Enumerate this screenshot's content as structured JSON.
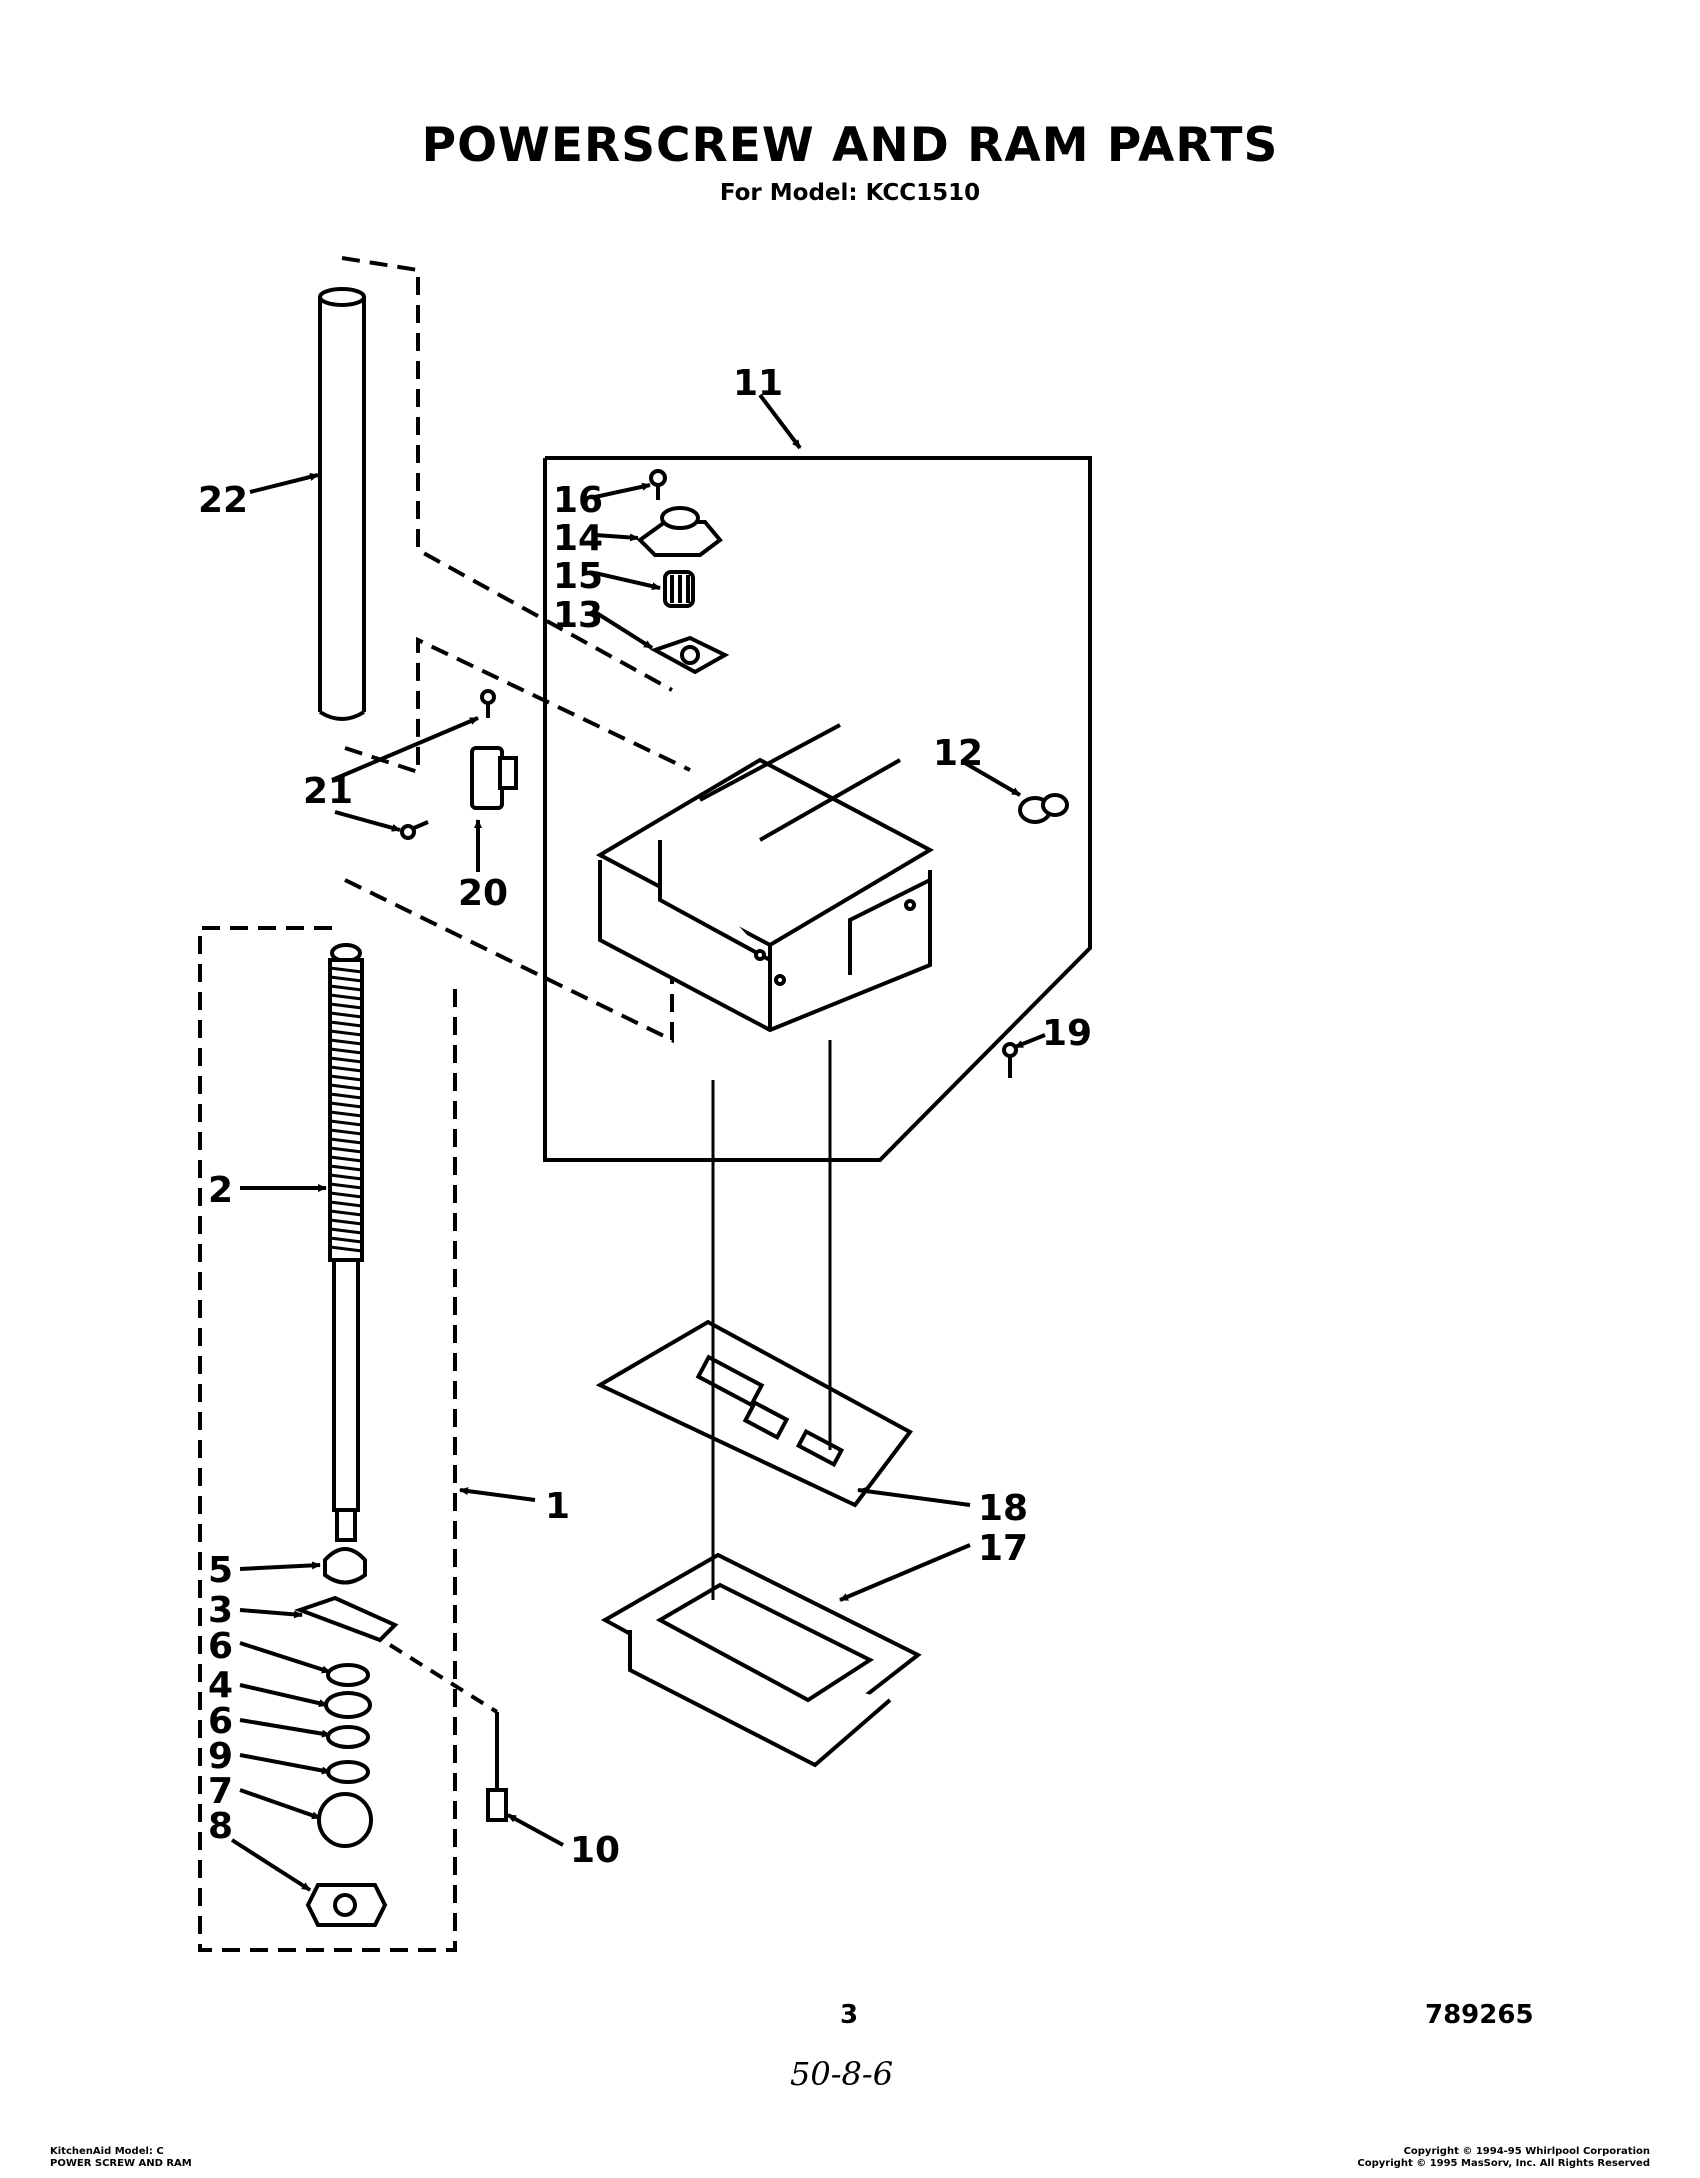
{
  "header": {
    "title": "POWERSCREW AND RAM PARTS",
    "subtitle": "For Model: KCC1510"
  },
  "callouts": [
    "22",
    "11",
    "16",
    "14",
    "15",
    "13",
    "12",
    "21",
    "20",
    "19",
    "2",
    "1",
    "5",
    "3",
    "6",
    "4",
    "6",
    "9",
    "7",
    "8",
    "10",
    "18",
    "17"
  ],
  "footer": {
    "page_number": "3",
    "doc_number": "789265",
    "handwritten_note": "50-8-6",
    "left_line1": "KitchenAid Model: C",
    "left_line2": "POWER SCREW AND RAM",
    "right_line1": "Copyright © 1994-95 Whirlpool Corporation",
    "right_line2": "Copyright © 1995 MasSorv, Inc.  All Rights Reserved"
  }
}
